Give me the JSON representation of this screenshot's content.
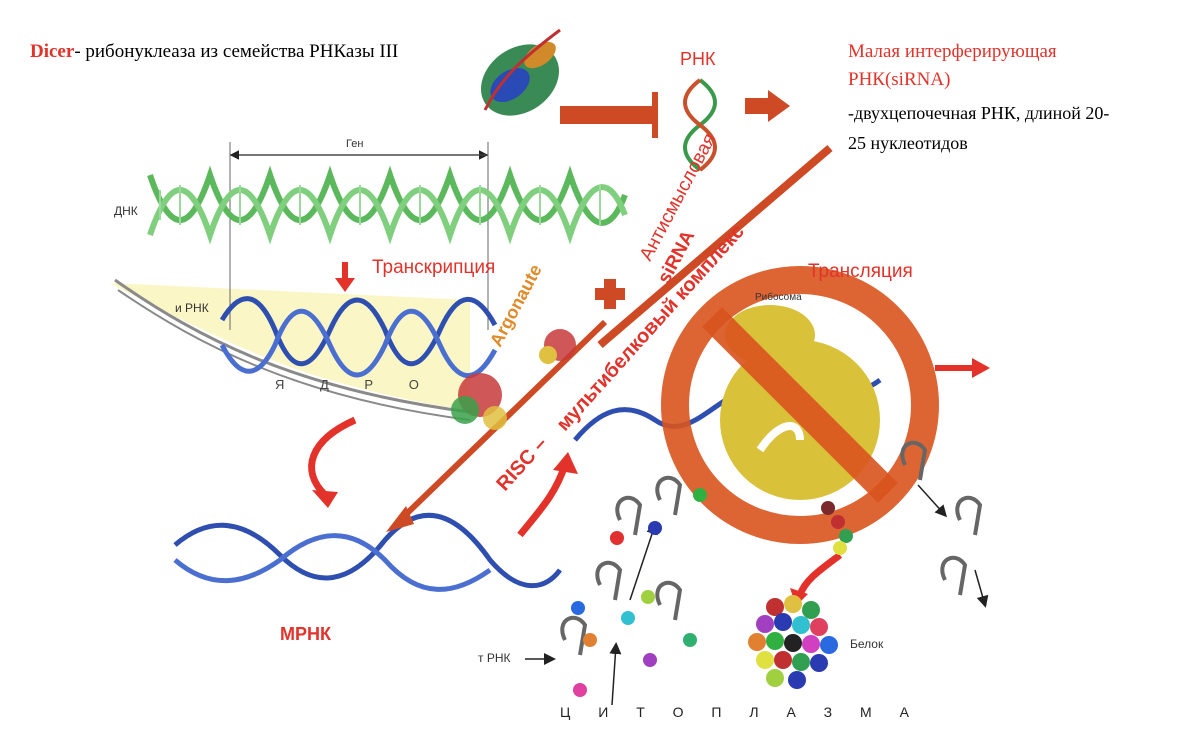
{
  "header": {
    "dicer_word": "Dicer",
    "dicer_desc": "- рибонуклеаза из семейства РНКазы III",
    "rnk": "РНК",
    "sirna_title_line1": "Малая интерферирующая",
    "sirna_title_line2": "РНК(siRNA)",
    "sirna_desc_line1": "-двухцепочечная РНК, длиной 20-",
    "sirna_desc_line2": "25 нуклеотидов"
  },
  "labels": {
    "gene": "Ген",
    "dnk": "ДНК",
    "irnk": "и РНК",
    "transcription": "Транскрипция",
    "nucleus": "Я Д Р О",
    "translation": "Трансляция",
    "ribosome": "Рибосома",
    "mrnk": "МРНК",
    "trnk": "т РНК",
    "protein": "Белок",
    "cytoplasm": "Ц И Т О П Л А З М А",
    "antisense": "Антисмысловая",
    "sirna": "siRNA",
    "complex": "мультибелковый комплекс",
    "risc": "RISC –",
    "argonaute": "Argonaute"
  },
  "colors": {
    "accent_red": "#e2322a",
    "arrow_brown": "#cd4a24",
    "dna_green": "#5cb85c",
    "rna_blue": "#2f4fb0",
    "nucleus_yellow": "#fbf6c6",
    "ribosome_yellow": "#d9c13a",
    "forbidden_ring": "#d9541e"
  },
  "icons": [
    "dicer-protein-icon",
    "sirna-helix-icon",
    "argonaute-protein-icon",
    "forbidden-sign-icon",
    "ribosome-icon",
    "protein-cluster-icon"
  ]
}
